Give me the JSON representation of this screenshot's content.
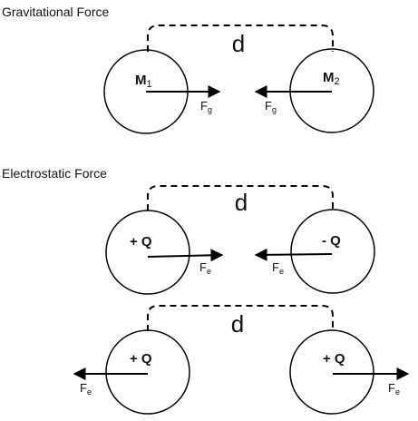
{
  "gravitational": {
    "title": "Gravitational Force",
    "distance_label": "d",
    "mass1_base": "M",
    "mass1_sub": "1",
    "mass2_base": "M",
    "mass2_sub": "2",
    "force_base": "F",
    "force_sub": "g"
  },
  "electrostatic": {
    "title": "Electrostatic Force",
    "attract": {
      "distance_label": "d",
      "charge_left": "+ Q",
      "charge_right": "- Q",
      "force_base": "F",
      "force_sub": "e"
    },
    "repel": {
      "distance_label": "d",
      "charge_left": "+ Q",
      "charge_right": "+ Q",
      "force_base": "F",
      "force_sub": "e"
    }
  }
}
